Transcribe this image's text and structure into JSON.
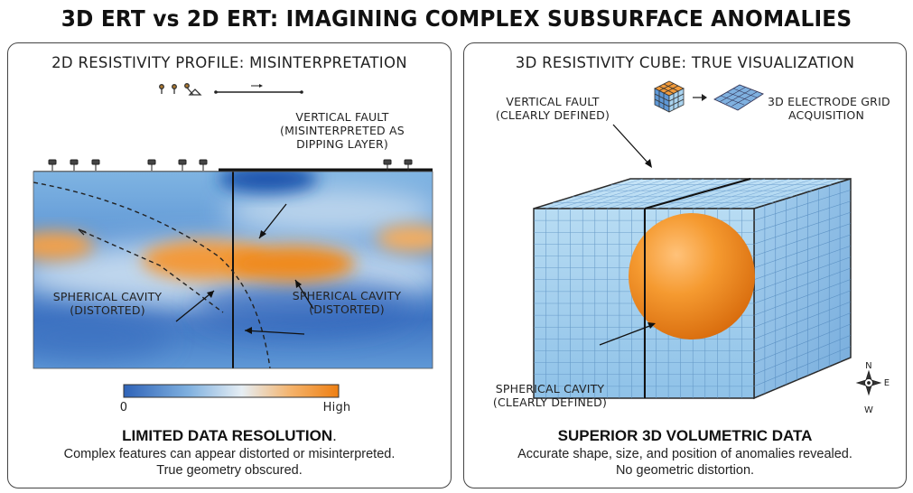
{
  "title": "3D ERT vs 2D ERT: IMAGINING COMPLEX SUBSURFACE ANOMALIES",
  "left_panel": {
    "heading": "2D RESISTIVITY PROFILE: MISINTERPRETATION",
    "fault_label": [
      "VERTICAL FAULT",
      "(MISINTERPRETED AS",
      "DIPPING LAYER)"
    ],
    "cavity_label_left": [
      "SPHERICAL CAVITY",
      "(DISTORTED)"
    ],
    "cavity_label_right": [
      "SPHERICAL CAVITY",
      "(DISTORTED)"
    ],
    "colorbar_min": "0",
    "colorbar_max": "High",
    "summary_head": "LIMITED DATA RESOLUTION",
    "summary_head_punct": ".",
    "summary_lines": [
      "Complex features can appear distorted or misinterpreted.",
      "True geometry obscured."
    ]
  },
  "right_panel": {
    "heading": "3D RESISTIVITY CUBE: TRUE VISUALIZATION",
    "fault_label": [
      "VERTICAL FAULT",
      "(CLEARLY DEFINED)"
    ],
    "grid_label": [
      "3D ELECTRODE GRID",
      "ACQUISITION"
    ],
    "cavity_label": [
      "SPHERICAL CAVITY",
      "(CLEARLY DEFINED)"
    ],
    "compass": {
      "n": "N",
      "e": "E",
      "w": "W"
    },
    "summary_head": "SUPERIOR 3D VOLUMETRIC DATA",
    "summary_lines": [
      "Accurate shape, size, and position of anomalies revealed.",
      "No geometric distortion."
    ]
  },
  "colors": {
    "low": "#2f63b8",
    "mid": "#d9e6f2",
    "high": "#f08a1e",
    "cube_face": "#a9d3ef",
    "sphere": "#f28a1c"
  }
}
